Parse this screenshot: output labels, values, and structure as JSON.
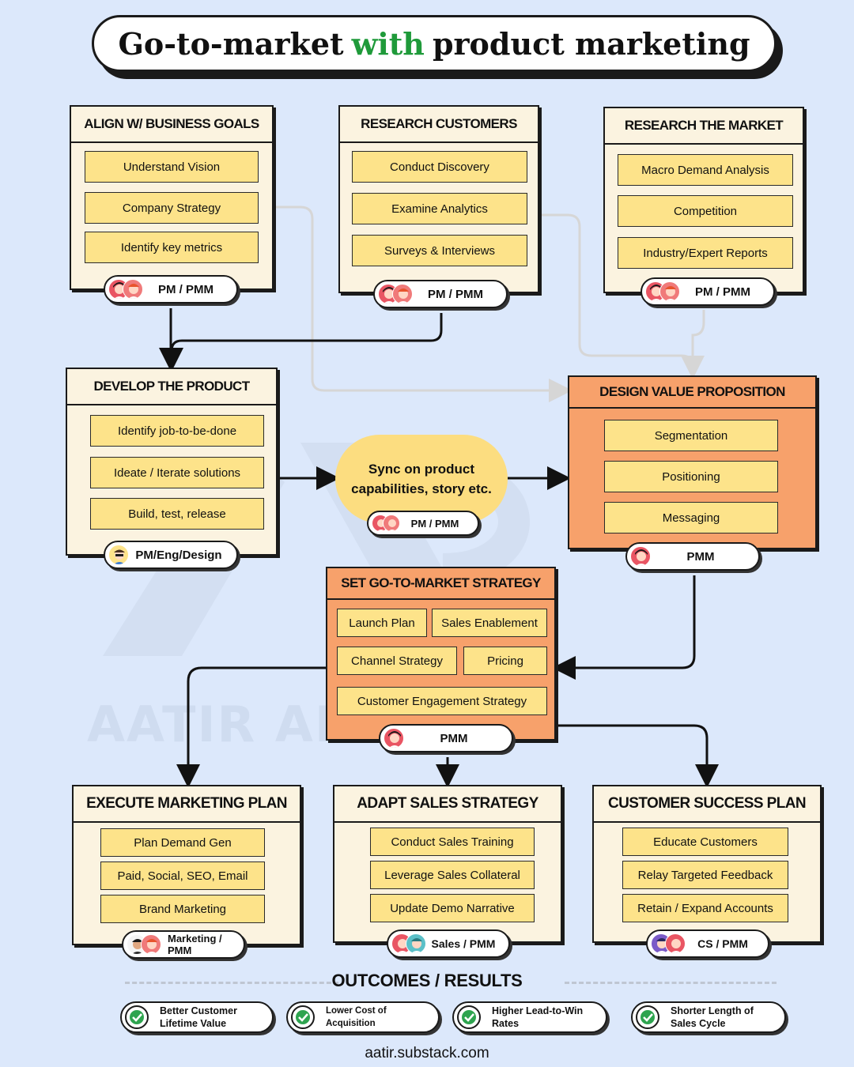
{
  "title": {
    "part1": "Go-to-market",
    "highlight": "with",
    "part2": "product marketing"
  },
  "watermark": "AATIR ABD",
  "boxes": {
    "align": {
      "title": "ALIGN W/ BUSINESS GOALS",
      "items": [
        "Understand Vision",
        "Company Strategy",
        "Identify key metrics"
      ],
      "owner": "PM / PMM"
    },
    "research_customers": {
      "title": "RESEARCH CUSTOMERS",
      "items": [
        "Conduct Discovery",
        "Examine Analytics",
        "Surveys & Interviews"
      ],
      "owner": "PM / PMM"
    },
    "research_market": {
      "title": "RESEARCH THE MARKET",
      "items": [
        "Macro Demand Analysis",
        "Competition",
        "Industry/Expert Reports"
      ],
      "owner": "PM / PMM"
    },
    "develop": {
      "title": "DEVELOP THE PRODUCT",
      "items": [
        "Identify job-to-be-done",
        "Ideate / Iterate solutions",
        "Build, test, release"
      ],
      "owner": "PM/Eng/Design"
    },
    "value_prop": {
      "title": "DESIGN VALUE PROPOSITION",
      "items": [
        "Segmentation",
        "Positioning",
        "Messaging"
      ],
      "owner": "PMM"
    },
    "gtm": {
      "title": "SET GO-TO-MARKET STRATEGY",
      "items": [
        "Launch Plan",
        "Sales Enablement",
        "Channel Strategy",
        "Pricing",
        "Customer Engagement Strategy"
      ],
      "owner": "PMM"
    },
    "marketing": {
      "title": "EXECUTE MARKETING PLAN",
      "items": [
        "Plan Demand Gen",
        "Paid, Social, SEO, Email",
        "Brand Marketing"
      ],
      "owner_line1": "Marketing /",
      "owner_line2": "PMM"
    },
    "sales": {
      "title": "ADAPT SALES STRATEGY",
      "items": [
        "Conduct Sales Training",
        "Leverage Sales Collateral",
        "Update Demo Narrative"
      ],
      "owner": "Sales / PMM"
    },
    "cs": {
      "title": "CUSTOMER SUCCESS PLAN",
      "items": [
        "Educate Customers",
        "Relay Targeted Feedback",
        "Retain / Expand Accounts"
      ],
      "owner": "CS / PMM"
    }
  },
  "sync": {
    "line1": "Sync on product",
    "line2": "capabilities, story etc.",
    "owner": "PM / PMM"
  },
  "outcomes": {
    "title": "OUTCOMES / RESULTS",
    "items": [
      {
        "line1": "Better Customer",
        "line2": "Lifetime Value"
      },
      {
        "line1": "Lower Cost of",
        "line2": "Acquisition"
      },
      {
        "line1": "Higher Lead-to-Win",
        "line2": "Rates"
      },
      {
        "line1": "Shorter Length of",
        "line2": "Sales Cycle"
      }
    ]
  },
  "footer": "aatir.substack.com",
  "colors": {
    "accent_green": "#1f9a3a",
    "item_yellow": "#fde38a",
    "box_cream": "#fbf3e0",
    "box_orange": "#f7a16b",
    "background": "#dce8fb"
  }
}
